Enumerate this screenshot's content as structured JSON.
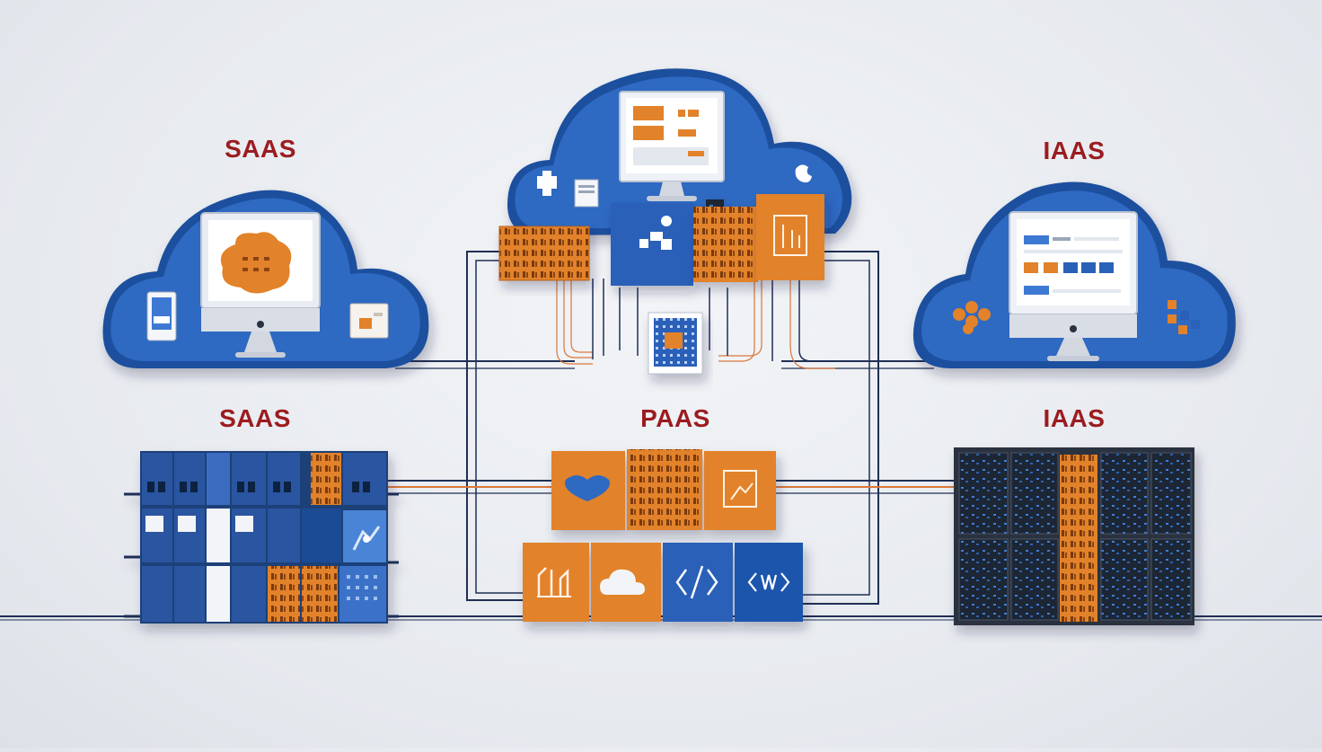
{
  "labels": {
    "saas_top": "SAAS",
    "iaas_top": "IAAS",
    "saas_bottom": "SAAS",
    "paas_bottom": "PAAS",
    "iaas_bottom": "IAAS"
  },
  "colors": {
    "cloud_blue": "#2f69c2",
    "cloud_dark": "#1c4f9e",
    "tile_orange": "#e2822a",
    "tile_blue": "#2a61b8",
    "label_red": "#9b1c20",
    "wire_navy": "#1f2f55",
    "wire_orange": "#d9783a",
    "server_dark": "#2a3140"
  },
  "icons": {
    "saas_cloud": [
      "monitor-icon",
      "blob-icon",
      "phone-icon",
      "card-icon"
    ],
    "center_cloud": [
      "monitor-icon",
      "puzzle-icon",
      "chip-icon",
      "network-icon"
    ],
    "iaas_cloud": [
      "monitor-icon",
      "cluster-icon"
    ],
    "paas_tiles": [
      "heart-icon",
      "grid-icon",
      "tree-icon",
      "bars-icon",
      "cloud-icon",
      "code-icon",
      "brackets-icon"
    ]
  }
}
